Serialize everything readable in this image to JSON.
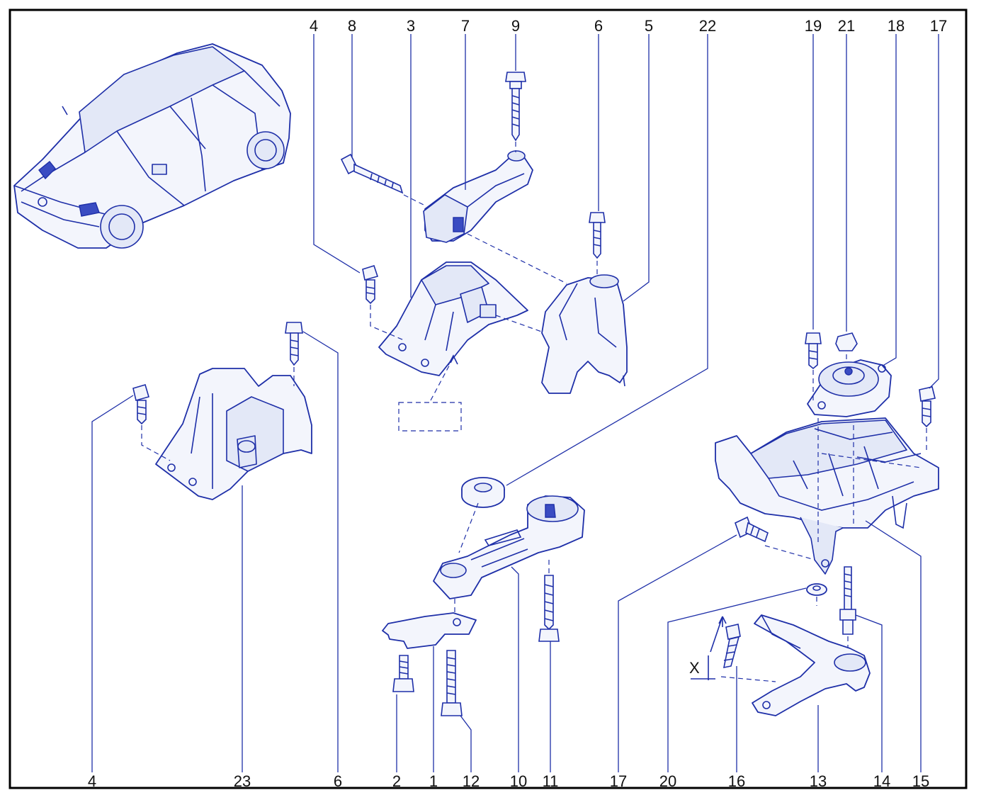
{
  "colors": {
    "ink": "#1e2fa8",
    "label": "#111111",
    "frame": "#000000",
    "fill": "#f3f5fc"
  },
  "labels": {
    "l1": "1",
    "l2": "2",
    "l3": "3",
    "l4": "4",
    "l5": "5",
    "l6": "6",
    "l7": "7",
    "l8": "8",
    "l9": "9",
    "l10": "10",
    "l11": "11",
    "l12": "12",
    "l13": "13",
    "l14": "14",
    "l15": "15",
    "l16": "16",
    "l17": "17",
    "l18": "18",
    "l19": "19",
    "l20": "20",
    "l21": "21",
    "l22": "22",
    "l23": "23"
  },
  "dimension_mark": "X"
}
